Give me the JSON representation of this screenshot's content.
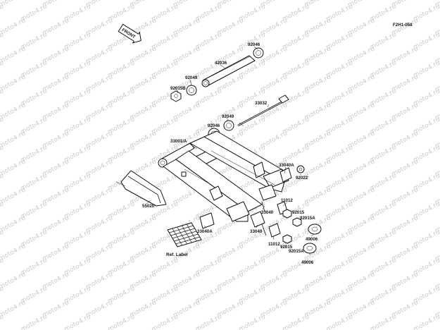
{
  "diagram_code": "F2H1-058",
  "front_label": "FRONT",
  "watermark": "moto4.ru",
  "parts": [
    {
      "id": "92046_top",
      "number": "92046"
    },
    {
      "id": "42036",
      "number": "42036"
    },
    {
      "id": "92049_top",
      "number": "92049"
    },
    {
      "id": "92015B",
      "number": "92015B"
    },
    {
      "id": "33032",
      "number": "33032"
    },
    {
      "id": "92049_mid",
      "number": "92049"
    },
    {
      "id": "92046_mid",
      "number": "92046"
    },
    {
      "id": "33001A",
      "number": "33001/A"
    },
    {
      "id": "33040A_right",
      "number": "33040A"
    },
    {
      "id": "92022",
      "number": "92022"
    },
    {
      "id": "55020",
      "number": "55020"
    },
    {
      "id": "11012_upper",
      "number": "11012"
    },
    {
      "id": "33040_upper",
      "number": "33040"
    },
    {
      "id": "92015_upper",
      "number": "92015"
    },
    {
      "id": "92015A_upper",
      "number": "92015A"
    },
    {
      "id": "33040A_left",
      "number": "33040A"
    },
    {
      "id": "33040_lower",
      "number": "33040"
    },
    {
      "id": "49006_upper",
      "number": "49006"
    },
    {
      "id": "11012_lower",
      "number": "11012"
    },
    {
      "id": "92015_lower",
      "number": "92015"
    },
    {
      "id": "92015A_lower",
      "number": "92015A"
    },
    {
      "id": "49006_lower",
      "number": "49006"
    }
  ],
  "ref_label": "Ref. Label"
}
